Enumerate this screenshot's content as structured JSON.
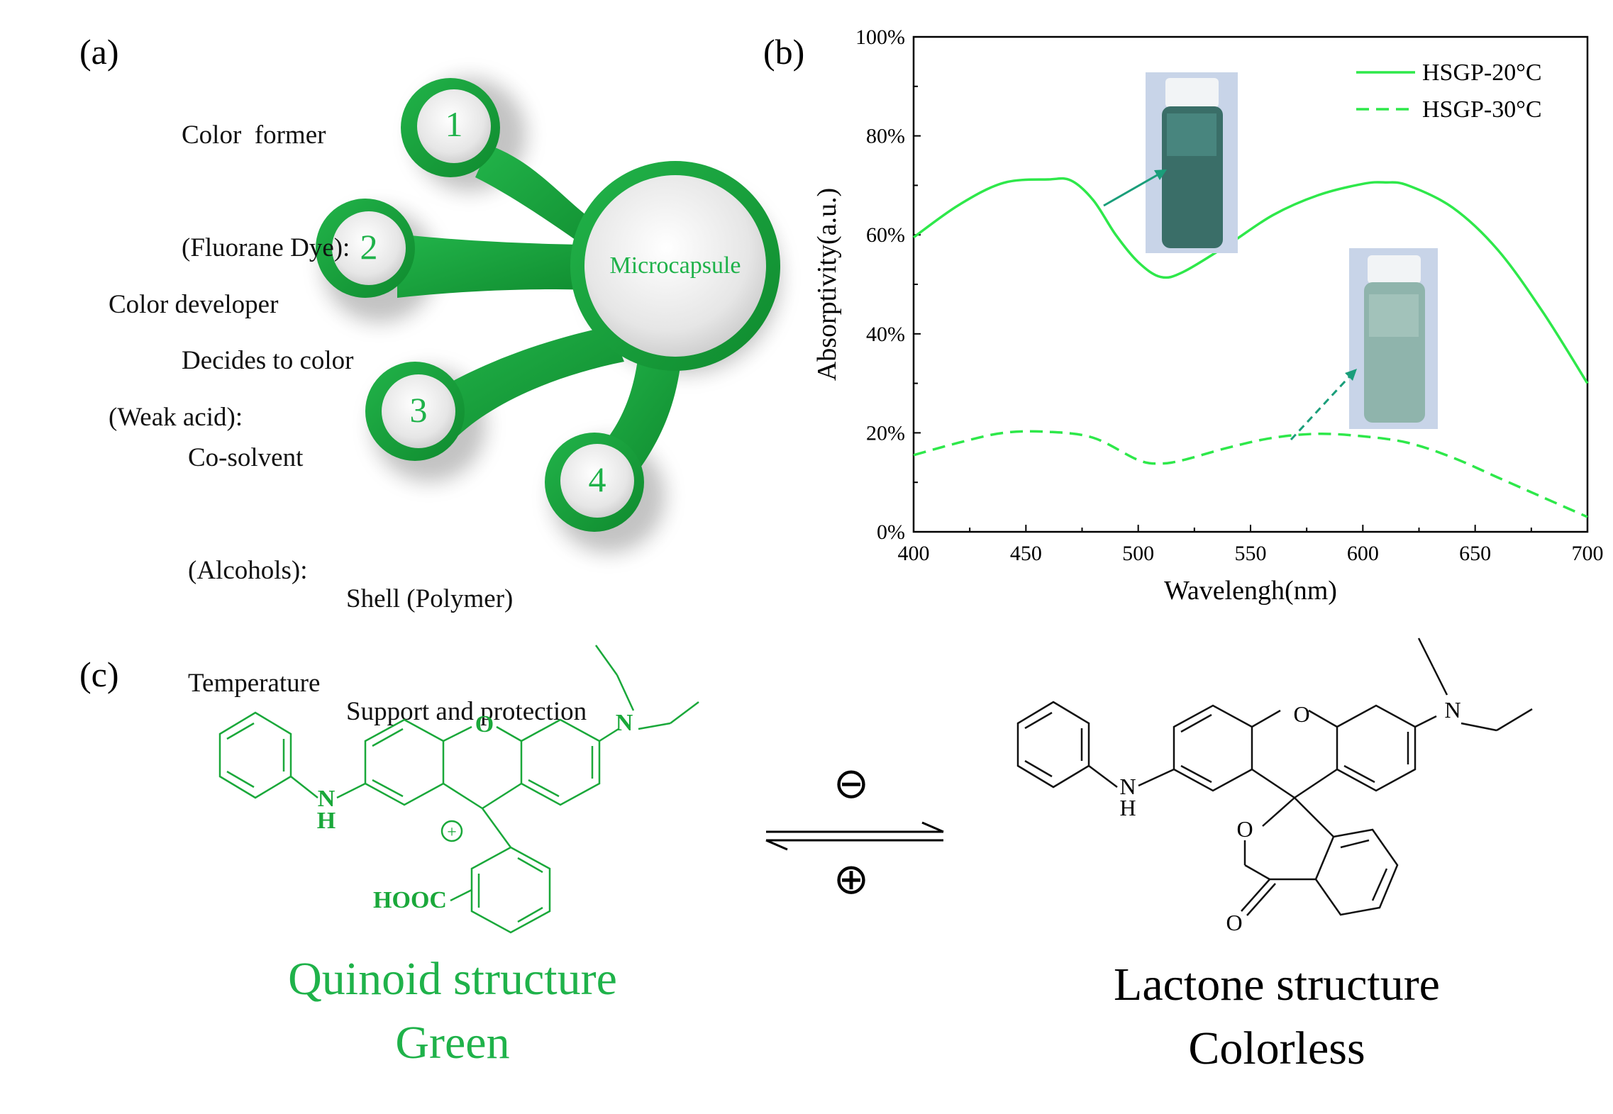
{
  "panel_a": {
    "label": "(a)",
    "center_label": "Microcapsule",
    "items": [
      {
        "number": "1",
        "lines": [
          "Color  former",
          "(Fluorane Dye):",
          "Decides to color"
        ]
      },
      {
        "number": "2",
        "lines": [
          "Color developer",
          "(Weak acid):"
        ]
      },
      {
        "number": "3",
        "lines": [
          "Co-solvent",
          "(Alcohols):",
          "Temperature"
        ]
      },
      {
        "number": "4",
        "lines": [
          "Shell (Polymer)",
          "Support and protection"
        ]
      }
    ]
  },
  "panel_b": {
    "label": "(b)"
  },
  "chart_data": {
    "type": "line",
    "xlabel": "Wavelengh(nm)",
    "ylabel": "Absorptivity(a.u.)",
    "xlim": [
      400,
      700
    ],
    "ylim": [
      0,
      100
    ],
    "x_ticks": [
      "400",
      "450",
      "500",
      "550",
      "600",
      "650",
      "700"
    ],
    "y_ticks": [
      "0%",
      "20%",
      "40%",
      "60%",
      "80%",
      "100%"
    ],
    "legend_position": "top-right",
    "series": [
      {
        "name": "HSGP-20°C",
        "style": "solid",
        "color": "#2ee84a",
        "x": [
          400,
          420,
          440,
          460,
          470,
          480,
          490,
          500,
          510,
          520,
          540,
          560,
          580,
          600,
          610,
          620,
          640,
          660,
          680,
          700
        ],
        "y": [
          59.5,
          66,
          70.5,
          71.2,
          71,
          67,
          60,
          54.5,
          51.5,
          52.5,
          58,
          64,
          68,
          70.3,
          70.6,
          70,
          65.5,
          57,
          44.5,
          30
        ]
      },
      {
        "name": "HSGP-30°C",
        "style": "dashed",
        "color": "#2ee84a",
        "x": [
          400,
          420,
          440,
          460,
          480,
          500,
          510,
          520,
          540,
          560,
          580,
          600,
          620,
          640,
          660,
          680,
          700
        ],
        "y": [
          15.5,
          18,
          20,
          20.2,
          19,
          14.5,
          13.8,
          14.5,
          17,
          19,
          19.8,
          19.3,
          18,
          15,
          11,
          7,
          3
        ]
      }
    ]
  },
  "panel_c": {
    "label": "(c)",
    "left_caption": [
      "Quinoid structure",
      "Green"
    ],
    "right_caption": [
      "Lactone structure",
      "Colorless"
    ],
    "minus_sign": "⊖",
    "plus_sign": "⊕",
    "left_atoms": {
      "o": "O",
      "n": "N",
      "nh_n": "N",
      "nh_h": "H",
      "plus": "+",
      "cooh": "HOOC"
    },
    "right_atoms": {
      "o": "O",
      "n": "N",
      "nh_n": "N",
      "nh_h": "H",
      "lactone_o": "O",
      "carbonyl_o": "O"
    }
  },
  "colors": {
    "green": "#1aa83a",
    "bright_green": "#2ee84a",
    "dark_green": "#0f8a2e",
    "text_green": "#1fb24a"
  }
}
